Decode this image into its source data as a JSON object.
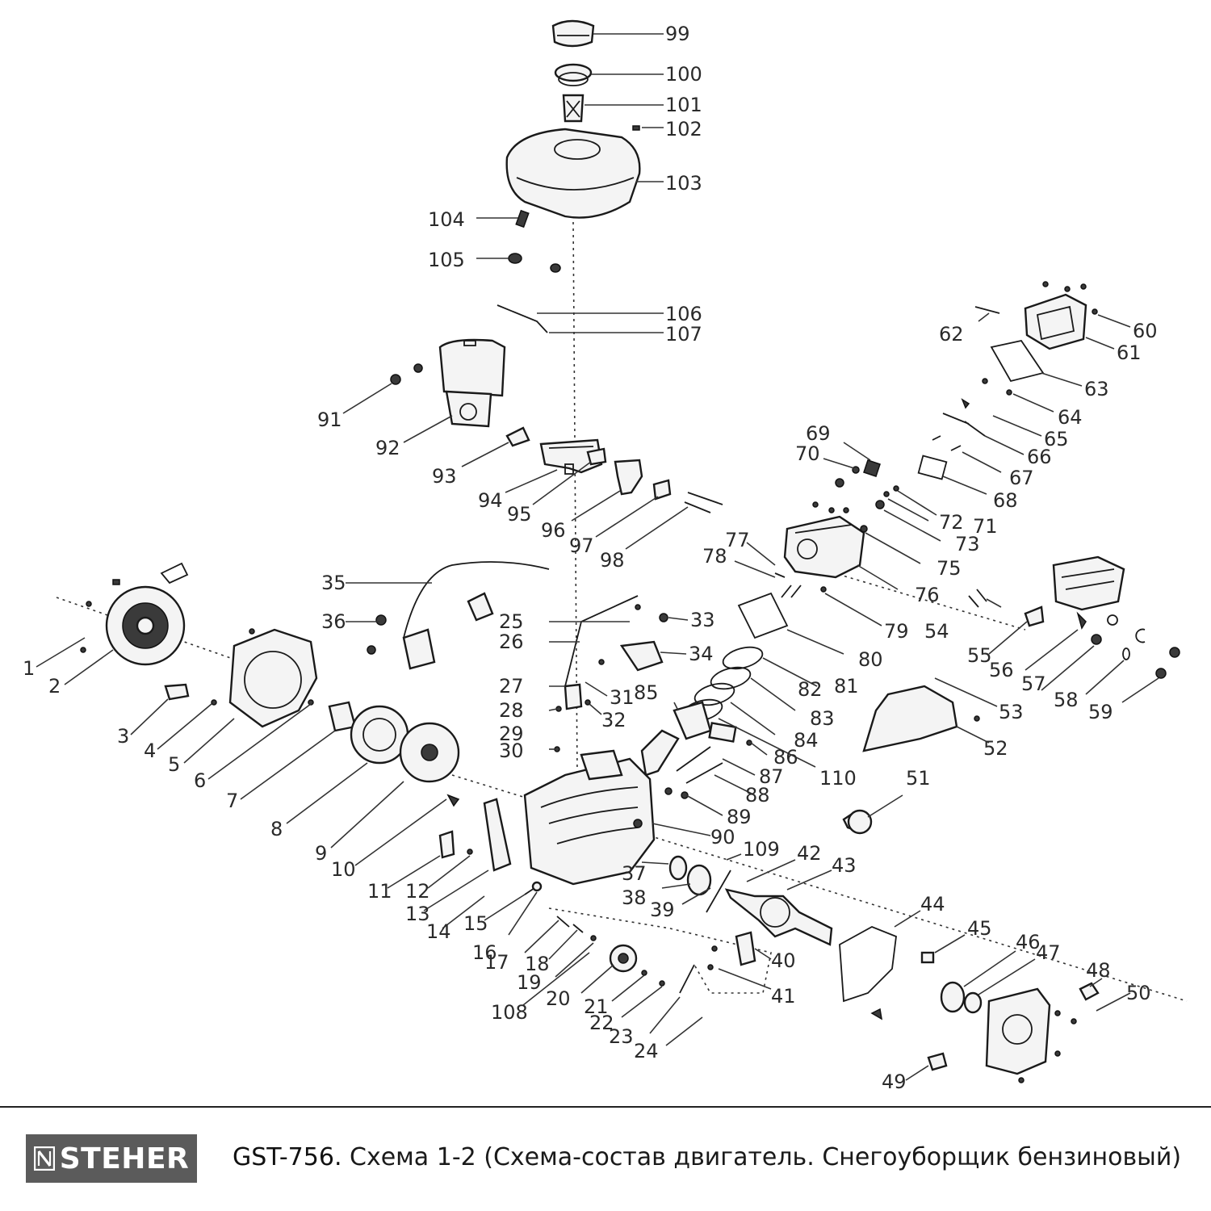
{
  "footer": {
    "brand": "STEHER",
    "model": "GST-756.",
    "description": " Схема 1-2 (Схема-состав двигатель. Снегоуборщик бензиновый)"
  },
  "labels": [
    {
      "id": "l99",
      "text": "99"
    },
    {
      "id": "l100",
      "text": "100"
    },
    {
      "id": "l101",
      "text": "101"
    },
    {
      "id": "l102",
      "text": "102"
    },
    {
      "id": "l103",
      "text": "103"
    },
    {
      "id": "l104",
      "text": "104"
    },
    {
      "id": "l105",
      "text": "105"
    },
    {
      "id": "l106",
      "text": "106"
    },
    {
      "id": "l107",
      "text": "107"
    },
    {
      "id": "l91",
      "text": "91"
    },
    {
      "id": "l92",
      "text": "92"
    },
    {
      "id": "l93",
      "text": "93"
    },
    {
      "id": "l94",
      "text": "94"
    },
    {
      "id": "l95",
      "text": "95"
    },
    {
      "id": "l96",
      "text": "96"
    },
    {
      "id": "l97",
      "text": "97"
    },
    {
      "id": "l98",
      "text": "98"
    },
    {
      "id": "l62",
      "text": "62"
    },
    {
      "id": "l60",
      "text": "60"
    },
    {
      "id": "l61",
      "text": "61"
    },
    {
      "id": "l63",
      "text": "63"
    },
    {
      "id": "l64",
      "text": "64"
    },
    {
      "id": "l65",
      "text": "65"
    },
    {
      "id": "l66",
      "text": "66"
    },
    {
      "id": "l67",
      "text": "67"
    },
    {
      "id": "l68",
      "text": "68"
    },
    {
      "id": "l69",
      "text": "69"
    },
    {
      "id": "l70",
      "text": "70"
    },
    {
      "id": "l72",
      "text": "72"
    },
    {
      "id": "l71",
      "text": "71"
    },
    {
      "id": "l73",
      "text": "73"
    },
    {
      "id": "l75",
      "text": "75"
    },
    {
      "id": "l76",
      "text": "76"
    },
    {
      "id": "l77",
      "text": "77"
    },
    {
      "id": "l78",
      "text": "78"
    },
    {
      "id": "l79",
      "text": "79"
    },
    {
      "id": "l80",
      "text": "80"
    },
    {
      "id": "l81",
      "text": "81"
    },
    {
      "id": "l82",
      "text": "82"
    },
    {
      "id": "l83",
      "text": "83"
    },
    {
      "id": "l84",
      "text": "84"
    },
    {
      "id": "l85",
      "text": "85"
    },
    {
      "id": "l86",
      "text": "86"
    },
    {
      "id": "l87",
      "text": "87"
    },
    {
      "id": "l88",
      "text": "88"
    },
    {
      "id": "l89",
      "text": "89"
    },
    {
      "id": "l90",
      "text": "90"
    },
    {
      "id": "l110",
      "text": "110"
    },
    {
      "id": "l54",
      "text": "54"
    },
    {
      "id": "l55",
      "text": "55"
    },
    {
      "id": "l56",
      "text": "56"
    },
    {
      "id": "l57",
      "text": "57"
    },
    {
      "id": "l58",
      "text": "58"
    },
    {
      "id": "l59",
      "text": "59"
    },
    {
      "id": "l53",
      "text": "53"
    },
    {
      "id": "l52",
      "text": "52"
    },
    {
      "id": "l51",
      "text": "51"
    },
    {
      "id": "l35",
      "text": "35"
    },
    {
      "id": "l36",
      "text": "36"
    },
    {
      "id": "l25",
      "text": "25"
    },
    {
      "id": "l26",
      "text": "26"
    },
    {
      "id": "l33",
      "text": "33"
    },
    {
      "id": "l34",
      "text": "34"
    },
    {
      "id": "l27",
      "text": "27"
    },
    {
      "id": "l31",
      "text": "31"
    },
    {
      "id": "l28",
      "text": "28"
    },
    {
      "id": "l32",
      "text": "32"
    },
    {
      "id": "l29",
      "text": "29"
    },
    {
      "id": "l30",
      "text": "30"
    },
    {
      "id": "l1",
      "text": "1"
    },
    {
      "id": "l2",
      "text": "2"
    },
    {
      "id": "l3",
      "text": "3"
    },
    {
      "id": "l4",
      "text": "4"
    },
    {
      "id": "l5",
      "text": "5"
    },
    {
      "id": "l6",
      "text": "6"
    },
    {
      "id": "l7",
      "text": "7"
    },
    {
      "id": "l8",
      "text": "8"
    },
    {
      "id": "l9",
      "text": "9"
    },
    {
      "id": "l10",
      "text": "10"
    },
    {
      "id": "l11",
      "text": "11"
    },
    {
      "id": "l12",
      "text": "12"
    },
    {
      "id": "l13",
      "text": "13"
    },
    {
      "id": "l14",
      "text": "14"
    },
    {
      "id": "l15",
      "text": "15"
    },
    {
      "id": "l16",
      "text": "16"
    },
    {
      "id": "l17",
      "text": "17"
    },
    {
      "id": "l18",
      "text": "18"
    },
    {
      "id": "l19",
      "text": "19"
    },
    {
      "id": "l108",
      "text": "108"
    },
    {
      "id": "l20",
      "text": "20"
    },
    {
      "id": "l21",
      "text": "21"
    },
    {
      "id": "l22",
      "text": "22"
    },
    {
      "id": "l23",
      "text": "23"
    },
    {
      "id": "l24",
      "text": "24"
    },
    {
      "id": "l37",
      "text": "37"
    },
    {
      "id": "l38",
      "text": "38"
    },
    {
      "id": "l39",
      "text": "39"
    },
    {
      "id": "l109",
      "text": "109"
    },
    {
      "id": "l42",
      "text": "42"
    },
    {
      "id": "l43",
      "text": "43"
    },
    {
      "id": "l40",
      "text": "40"
    },
    {
      "id": "l41",
      "text": "41"
    },
    {
      "id": "l44",
      "text": "44"
    },
    {
      "id": "l45",
      "text": "45"
    },
    {
      "id": "l46",
      "text": "46"
    },
    {
      "id": "l47",
      "text": "47"
    },
    {
      "id": "l48",
      "text": "48"
    },
    {
      "id": "l50",
      "text": "50"
    },
    {
      "id": "l49",
      "text": "49"
    }
  ]
}
